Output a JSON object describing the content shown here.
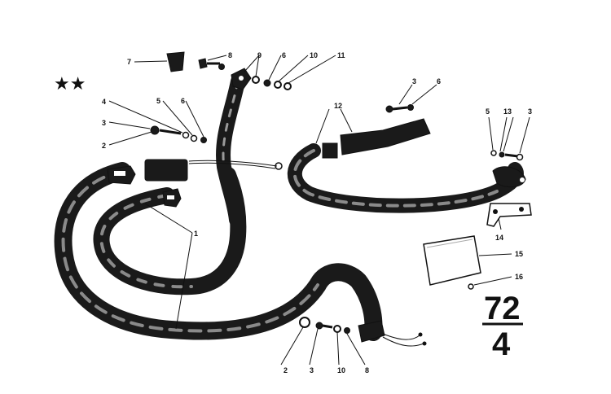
{
  "marking": "★★",
  "group": {
    "top": "72",
    "bottom": "4"
  },
  "callouts": {
    "c7": "7",
    "c8a": "8",
    "c9": "9",
    "c6a": "6",
    "c10a": "10",
    "c11": "11",
    "c4": "4",
    "c5a": "5",
    "c6b": "6",
    "c3a": "3",
    "c2a": "2",
    "c3b": "3",
    "c6c": "6",
    "c12": "12",
    "c5b": "5",
    "c13": "13",
    "c3c": "3",
    "c1": "1",
    "c14": "14",
    "c15": "15",
    "c16": "16",
    "c2b": "2",
    "c3d": "3",
    "c10b": "10",
    "c8b": "8"
  }
}
